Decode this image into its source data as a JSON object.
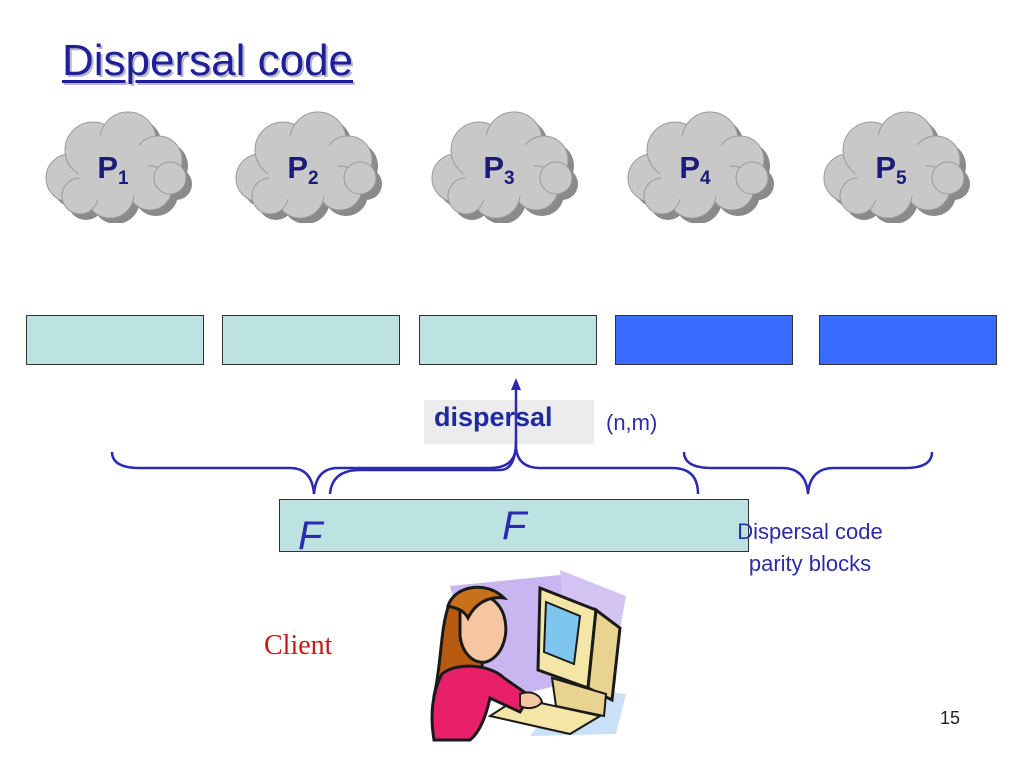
{
  "slide": {
    "title": "Dispersal code",
    "page_number": "15"
  },
  "servers": [
    {
      "label": "P",
      "sub": "1"
    },
    {
      "label": "P",
      "sub": "2"
    },
    {
      "label": "P",
      "sub": "3"
    },
    {
      "label": "P",
      "sub": "4"
    },
    {
      "label": "P",
      "sub": "5"
    }
  ],
  "blocks": [
    {
      "kind": "data"
    },
    {
      "kind": "data"
    },
    {
      "kind": "data"
    },
    {
      "kind": "parity"
    },
    {
      "kind": "parity"
    }
  ],
  "dispersal": {
    "label": "dispersal",
    "params": "(n,m)"
  },
  "file": {
    "label_left": "F",
    "label_center": "F"
  },
  "parity_caption": {
    "line1": "Dispersal code",
    "line2": "parity blocks"
  },
  "client": {
    "label": "Client"
  },
  "colors": {
    "title": "#1f1f99",
    "data_block": "#bde2e2",
    "parity_block": "#3a6bff",
    "cloud": "#c8c8c8",
    "cloud_shadow": "#8a8a8a",
    "brace": "#2a2ab3",
    "client_text": "#c41a1a"
  }
}
